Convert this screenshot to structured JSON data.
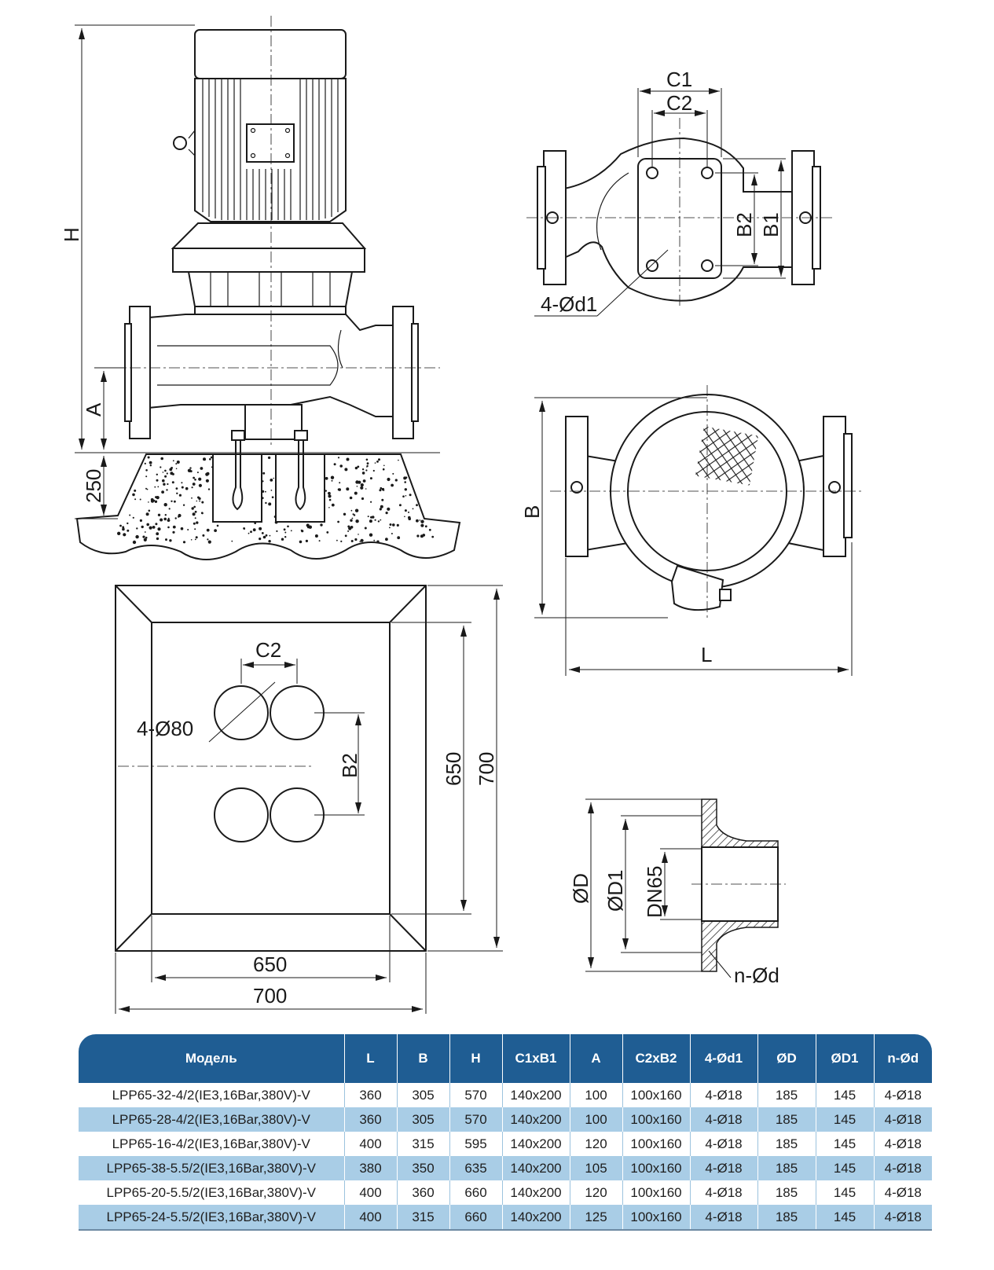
{
  "labels": {
    "h": "H",
    "a": "A",
    "foundation_height": "250",
    "c1": "C1",
    "c2": "C2",
    "b1": "B1",
    "b2": "B2",
    "bolt_holes": "4-Ød1",
    "b": "B",
    "l": "L",
    "base_c2": "C2",
    "base_holes": "4-Ø80",
    "base_b2": "B2",
    "inner_height": "650",
    "outer_height": "700",
    "inner_width": "650",
    "outer_width": "700",
    "od": "ØD",
    "od1": "ØD1",
    "dn": "DN65",
    "flange_holes": "n-Ød"
  },
  "table": {
    "headers": [
      "Модель",
      "L",
      "B",
      "H",
      "C1xB1",
      "A",
      "C2xB2",
      "4-Ød1",
      "ØD",
      "ØD1",
      "n-Ød"
    ],
    "rows": [
      [
        "LPP65-32-4/2(IE3,16Bar,380V)-V",
        "360",
        "305",
        "570",
        "140x200",
        "100",
        "100x160",
        "4-Ø18",
        "185",
        "145",
        "4-Ø18"
      ],
      [
        "LPP65-28-4/2(IE3,16Bar,380V)-V",
        "360",
        "305",
        "570",
        "140x200",
        "100",
        "100x160",
        "4-Ø18",
        "185",
        "145",
        "4-Ø18"
      ],
      [
        "LPP65-16-4/2(IE3,16Bar,380V)-V",
        "400",
        "315",
        "595",
        "140x200",
        "120",
        "100x160",
        "4-Ø18",
        "185",
        "145",
        "4-Ø18"
      ],
      [
        "LPP65-38-5.5/2(IE3,16Bar,380V)-V",
        "380",
        "350",
        "635",
        "140x200",
        "105",
        "100x160",
        "4-Ø18",
        "185",
        "145",
        "4-Ø18"
      ],
      [
        "LPP65-20-5.5/2(IE3,16Bar,380V)-V",
        "400",
        "360",
        "660",
        "140x200",
        "120",
        "100x160",
        "4-Ø18",
        "185",
        "145",
        "4-Ø18"
      ],
      [
        "LPP65-24-5.5/2(IE3,16Bar,380V)-V",
        "400",
        "315",
        "660",
        "140x200",
        "125",
        "100x160",
        "4-Ø18",
        "185",
        "145",
        "4-Ø18"
      ]
    ]
  },
  "colors": {
    "header_bg": "#1f5d93",
    "row_alt_bg": "#a9cde6",
    "line": "#1a1a1a"
  }
}
